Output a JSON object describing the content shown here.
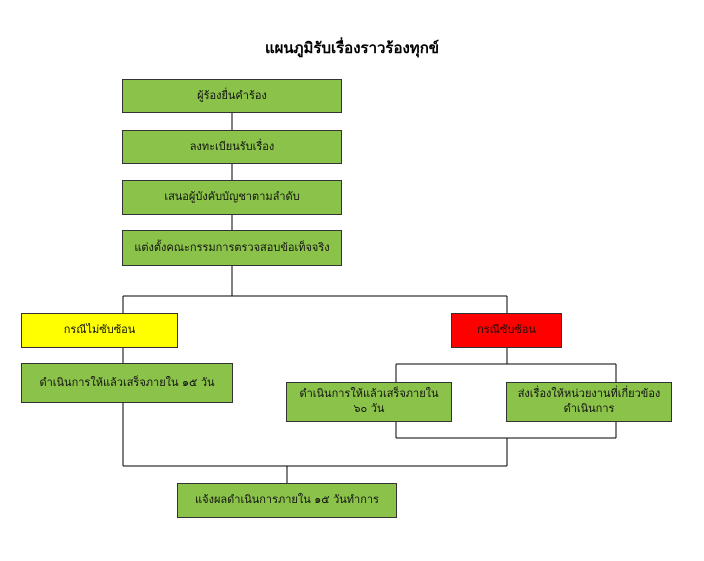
{
  "diagram": {
    "title": "แผนภูมิรับเรื่องราวร้องทุกข์",
    "colors": {
      "step": "#8bc34a",
      "simple_case": "#ffff00",
      "complex_case": "#ff0000",
      "line": "#000000"
    },
    "steps": {
      "s1": "ผู้ร้องยื่นคำร้อง",
      "s2": "ลงทะเบียนรับเรื่อง",
      "s3": "เสนอผู้บังคับบัญชาตามลำดับ",
      "s4": "แต่งตั้งคณะกรรมการตรวจสอบข้อเท็จจริง",
      "case_simple": "กรณีไม่ซับซ้อน",
      "case_complex": "กรณีซับซ้อน",
      "action_15": "ดำเนินการให้แล้วเสร็จภายใน ๑๕ วัน",
      "action_60": "ดำเนินการให้แล้วเสร็จภายใน ๖๐ วัน",
      "forward": "ส่งเรื่องให้หน่วยงานที่เกี่ยวข้องดำเนินการ",
      "notify": "แจ้งผลดำเนินการภายใน ๑๕ วันทำการ"
    }
  }
}
